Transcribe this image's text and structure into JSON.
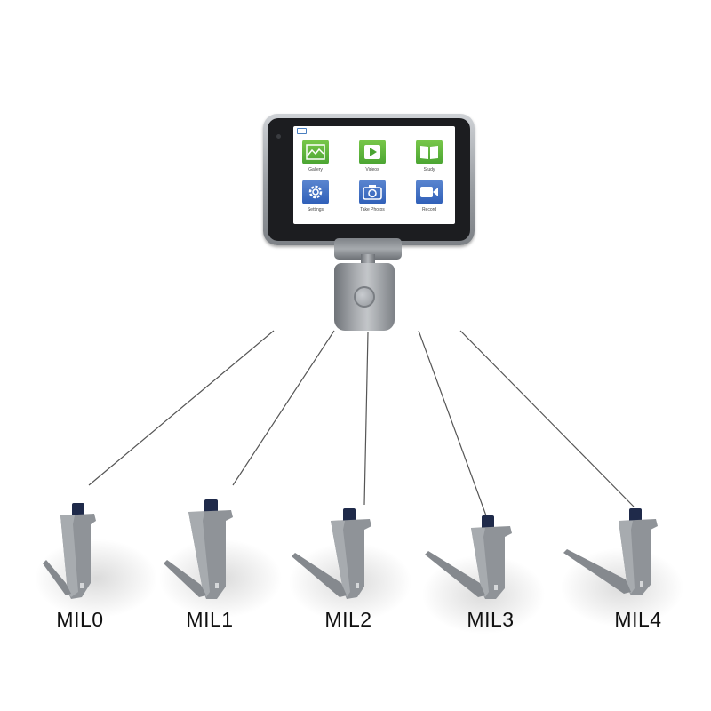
{
  "device": {
    "status_text": "",
    "apps": [
      {
        "label": "Gallery",
        "icon": "gallery-icon",
        "color": "#5cb83e"
      },
      {
        "label": "Videos",
        "icon": "play-icon",
        "color": "#5cb83e"
      },
      {
        "label": "Study",
        "icon": "book-icon",
        "color": "#5cb83e"
      },
      {
        "label": "Settings",
        "icon": "gear-icon",
        "color": "#3f6fc4"
      },
      {
        "label": "Take Photos",
        "icon": "camera-icon",
        "color": "#3f6fc4"
      },
      {
        "label": "Record",
        "icon": "video-icon",
        "color": "#3f6fc4"
      }
    ]
  },
  "blades": [
    {
      "label": "MIL0"
    },
    {
      "label": "MIL1"
    },
    {
      "label": "MIL2"
    },
    {
      "label": "MIL3"
    },
    {
      "label": "MIL4"
    }
  ]
}
